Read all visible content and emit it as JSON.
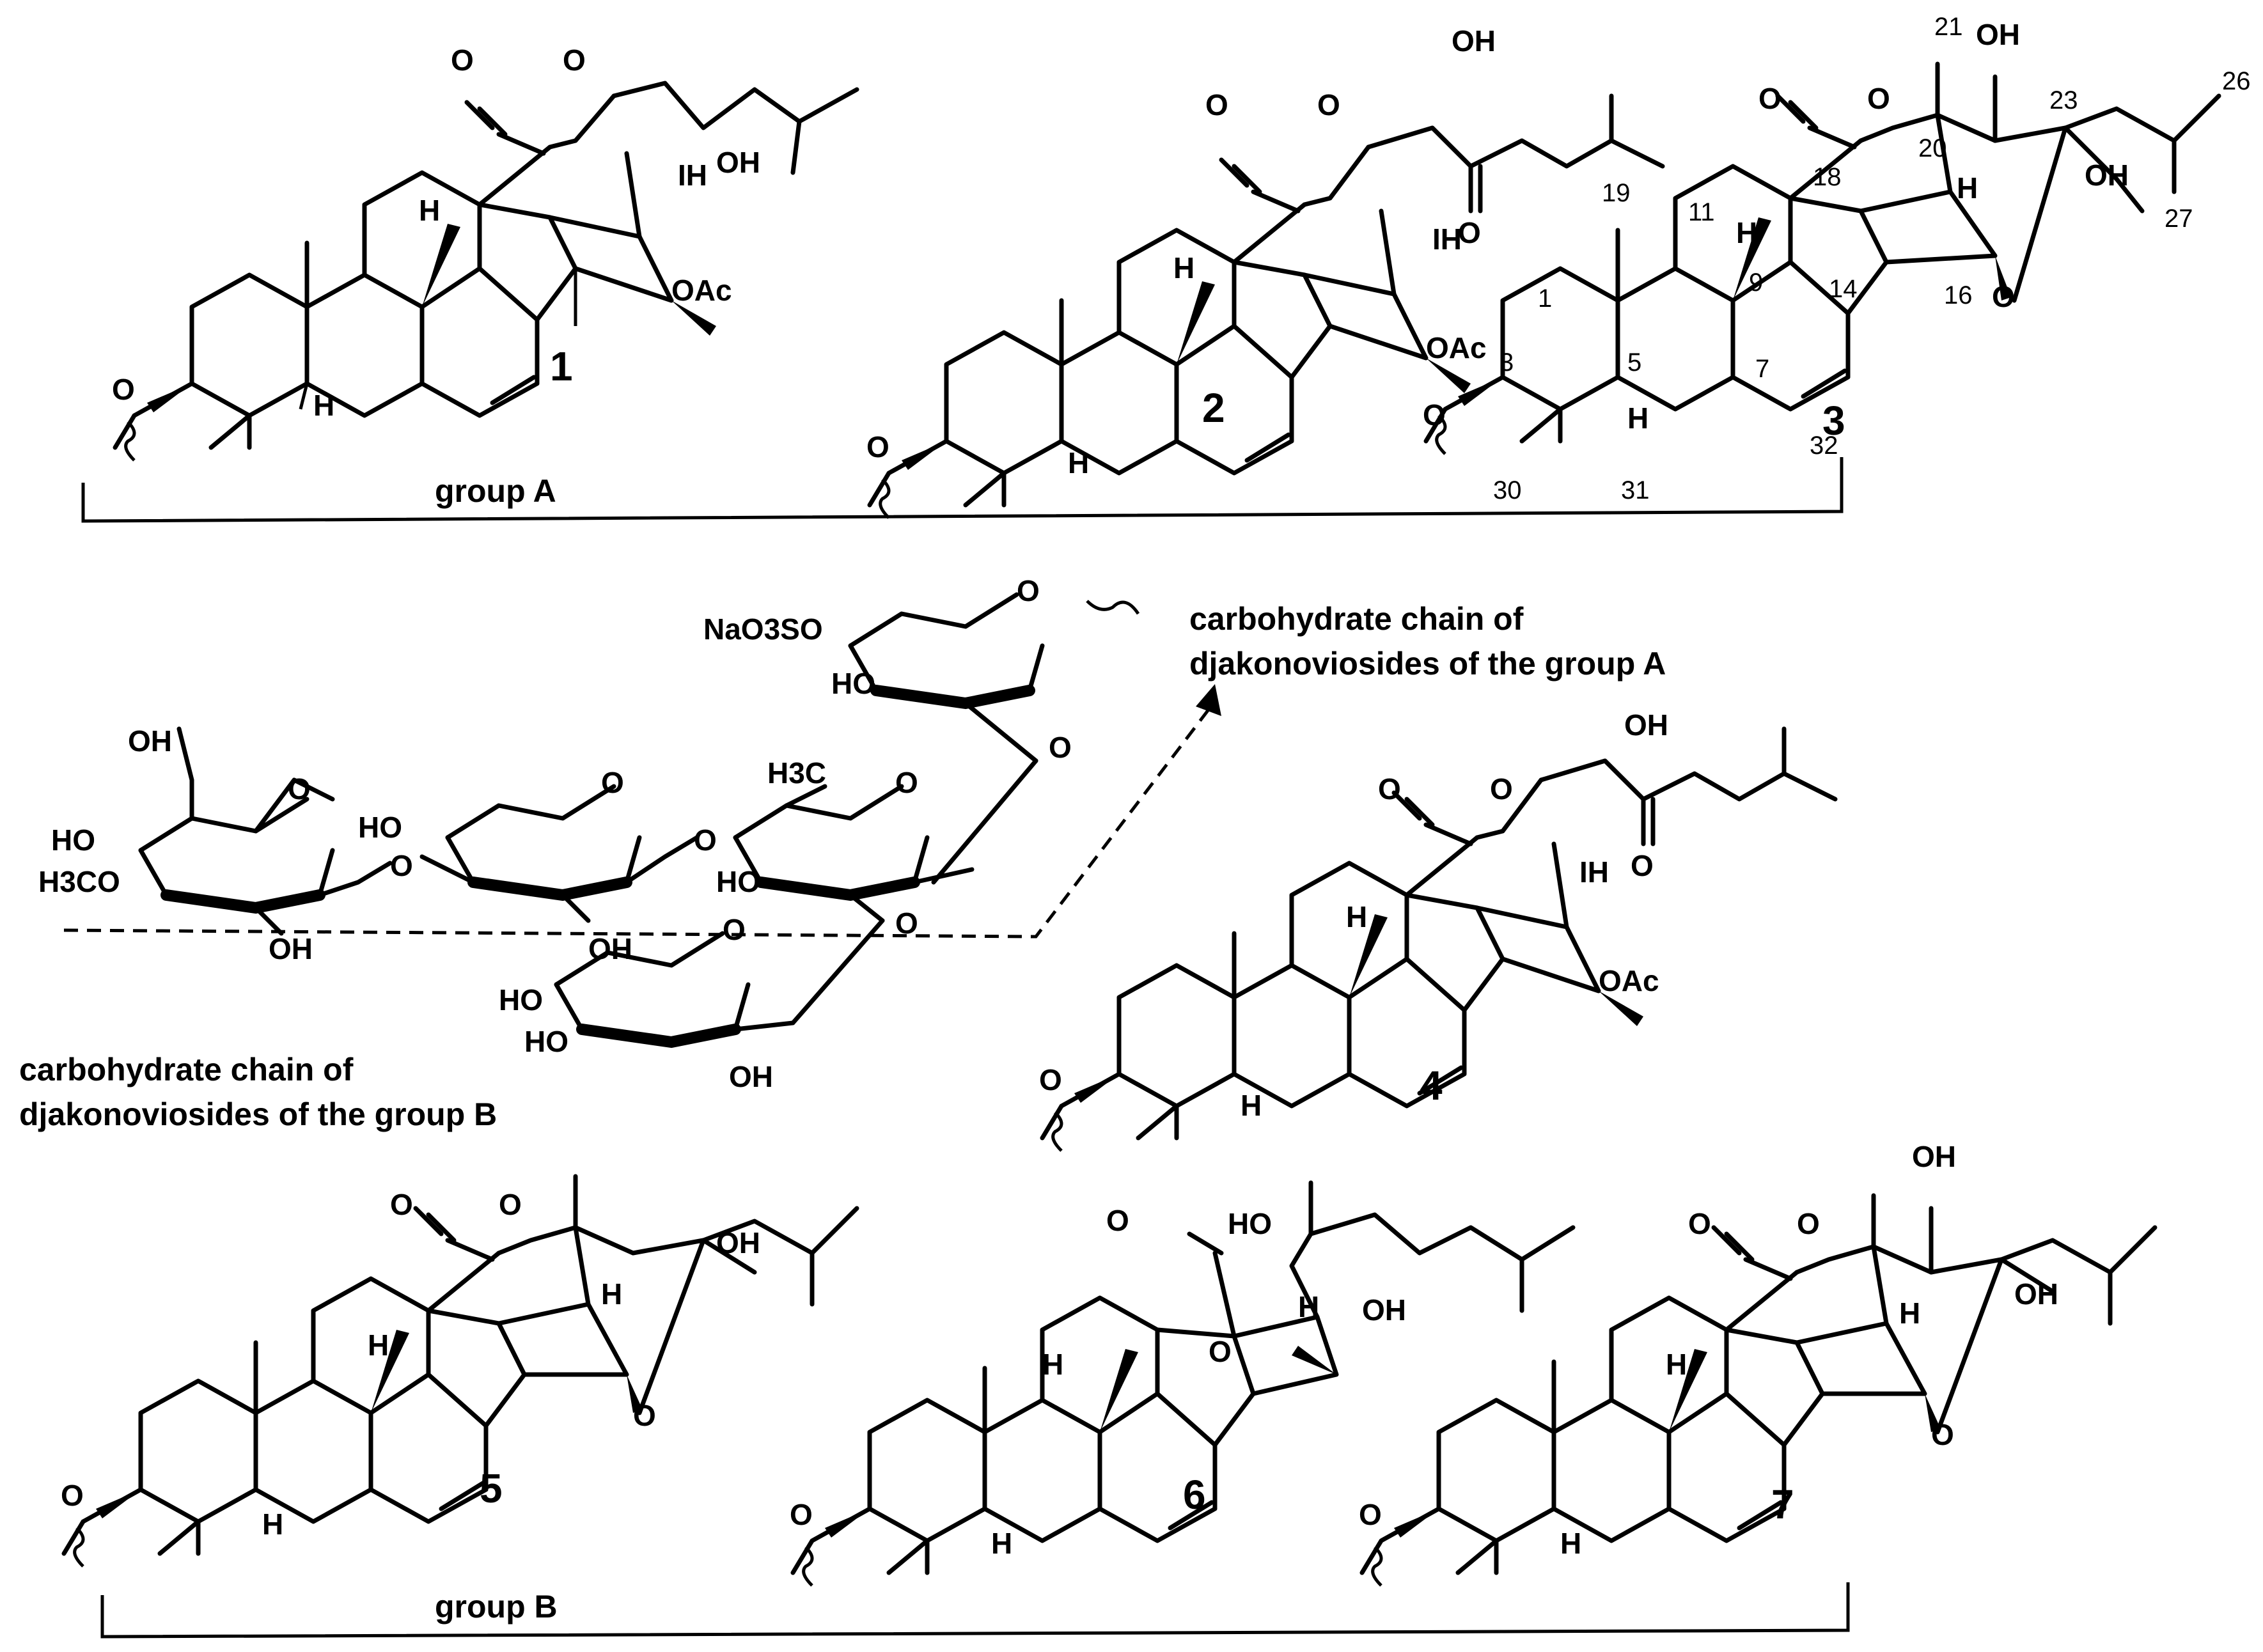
{
  "compounds": [
    {
      "id": "1",
      "label": "1",
      "substituents": [
        "OH",
        "OAc",
        "H",
        "IH"
      ]
    },
    {
      "id": "2",
      "label": "2",
      "substituents": [
        "OH",
        "O",
        "OAc",
        "H",
        "IH"
      ]
    },
    {
      "id": "3",
      "label": "3",
      "substituents": [
        "OH",
        "OH",
        "H",
        "O"
      ],
      "atom_numbers": [
        "1",
        "3",
        "5",
        "7",
        "9",
        "11",
        "14",
        "16",
        "18",
        "19",
        "20",
        "21",
        "23",
        "26",
        "27",
        "30",
        "31",
        "32"
      ]
    },
    {
      "id": "4",
      "label": "4",
      "substituents": [
        "OH",
        "O",
        "OAc",
        "H",
        "IH"
      ]
    },
    {
      "id": "5",
      "label": "5",
      "substituents": [
        "OH",
        "H",
        "O"
      ]
    },
    {
      "id": "6",
      "label": "6",
      "substituents": [
        "HO",
        "OH",
        "O",
        "H"
      ]
    },
    {
      "id": "7",
      "label": "7",
      "substituents": [
        "OH",
        "OH",
        "H",
        "O"
      ]
    }
  ],
  "groups": {
    "a": {
      "label": "group A"
    },
    "b": {
      "label": "group B"
    }
  },
  "carbohydrate": {
    "caption_a_line1": "carbohydrate chain of",
    "caption_a_line2": "djakonoviosides of the group A",
    "caption_b_line1": "carbohydrate chain of",
    "caption_b_line2": "djakonoviosides of the group B",
    "sulfate": "NaO3SO",
    "methyl": "H3C",
    "methoxy": "H3CO",
    "hydroxyl": "OH",
    "ring_oxygen": "O",
    "ho": "HO"
  },
  "common_atoms": {
    "lactone_o": "O",
    "ring_o": "O",
    "h": "H",
    "oxy": "O"
  }
}
